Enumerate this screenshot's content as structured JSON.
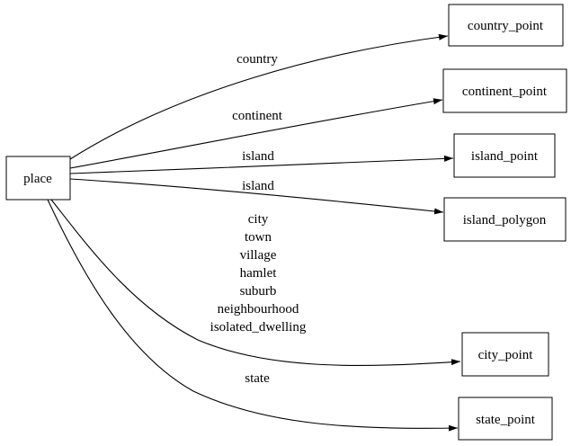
{
  "diagram": {
    "type": "directed-graph",
    "background_color": "#ffffff",
    "node_fill_color": "#ffffff",
    "line_color": "#000000",
    "nodes": [
      {
        "id": "place",
        "label": "place"
      },
      {
        "id": "country_point",
        "label": "country_point"
      },
      {
        "id": "continent_point",
        "label": "continent_point"
      },
      {
        "id": "island_point",
        "label": "island_point"
      },
      {
        "id": "island_polygon",
        "label": "island_polygon"
      },
      {
        "id": "city_point",
        "label": "city_point"
      },
      {
        "id": "state_point",
        "label": "state_point"
      }
    ],
    "edges": [
      {
        "from": "place",
        "to": "country_point",
        "labels": [
          "country"
        ]
      },
      {
        "from": "place",
        "to": "continent_point",
        "labels": [
          "continent"
        ]
      },
      {
        "from": "place",
        "to": "island_point",
        "labels": [
          "island"
        ]
      },
      {
        "from": "place",
        "to": "island_polygon",
        "labels": [
          "island"
        ]
      },
      {
        "from": "place",
        "to": "city_point",
        "labels": [
          "city",
          "town",
          "village",
          "hamlet",
          "suburb",
          "neighbourhood",
          "isolated_dwelling"
        ]
      },
      {
        "from": "place",
        "to": "state_point",
        "labels": [
          "state"
        ]
      }
    ]
  }
}
